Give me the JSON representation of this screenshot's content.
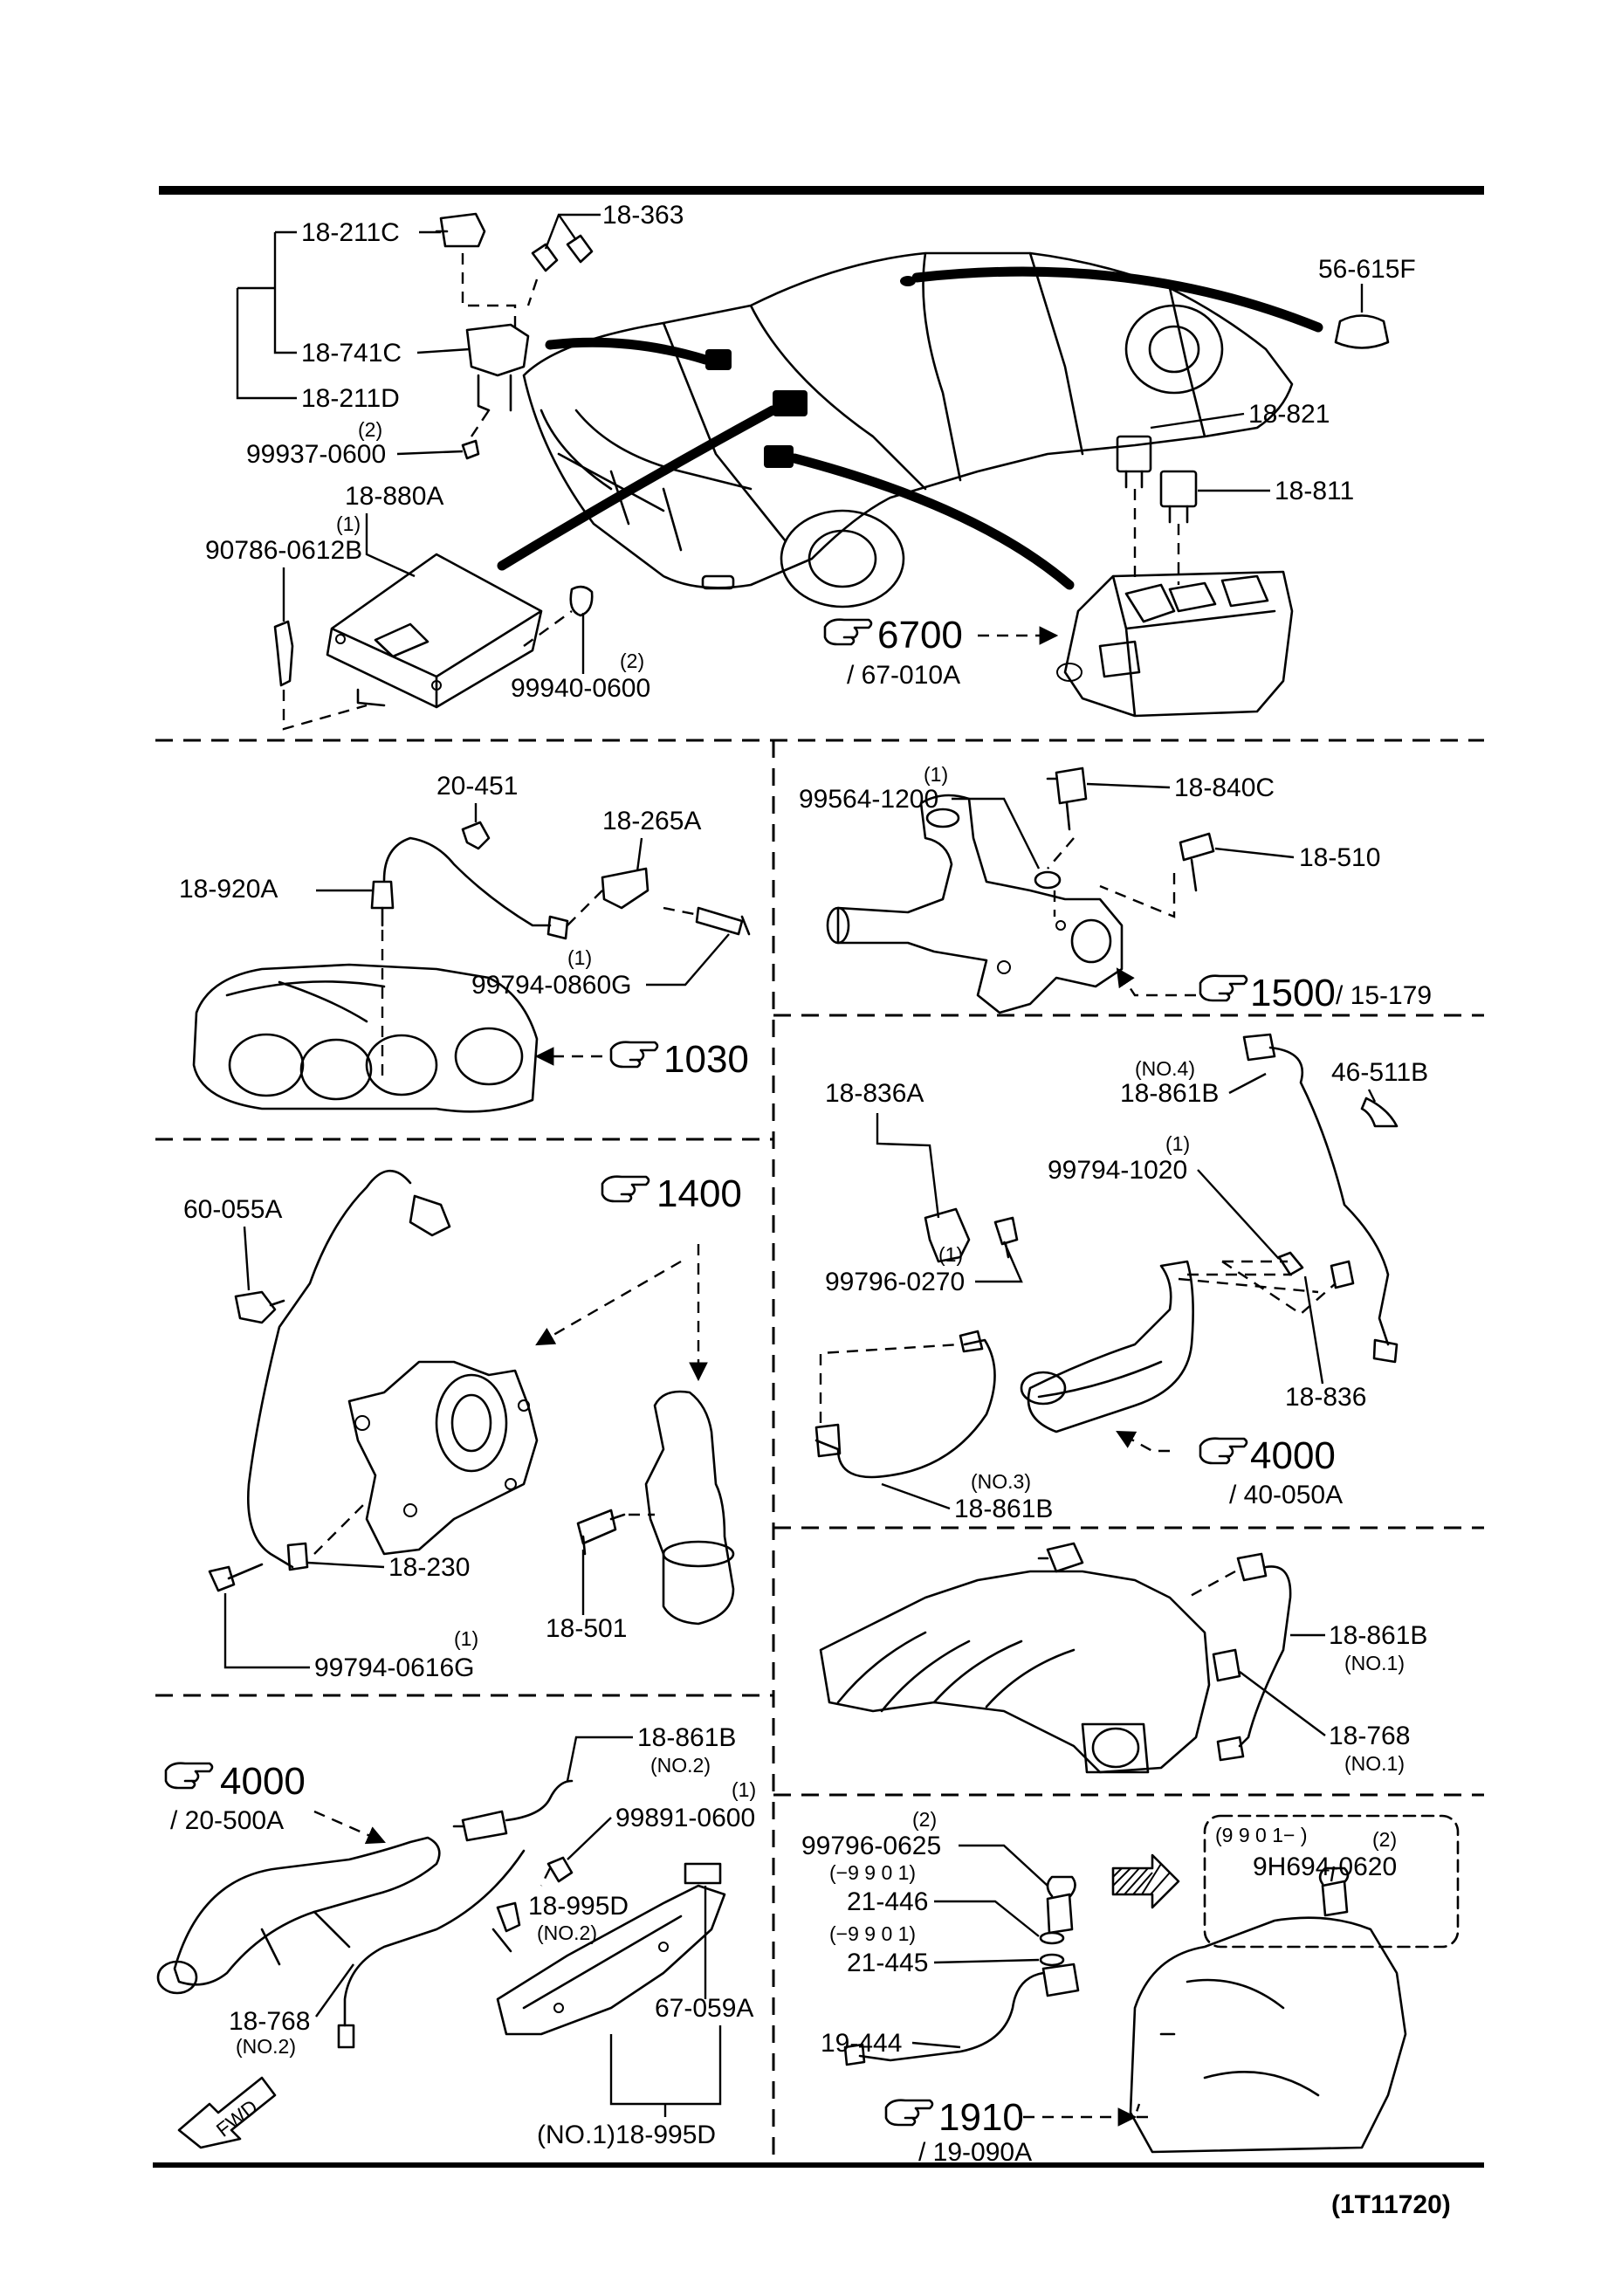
{
  "diagram": {
    "figure_code": "(1T11720)",
    "fwd_label": "FWD",
    "sections": {
      "top": {
        "labels": {
          "p18_211C": "18-211C",
          "p18_363": "18-363",
          "p18_741C": "18-741C",
          "p18_211D": "18-211D",
          "p99937_qty": "(2)",
          "p99937": "99937-0600",
          "p18_880A": "18-880A",
          "p90786_qty": "(1)",
          "p90786": "90786-0612B",
          "p99940_qty": "(2)",
          "p99940": "99940-0600",
          "p56_615F": "56-615F",
          "p18_821": "18-821",
          "p18_811": "18-811",
          "ref6700": "6700",
          "ref67_010A": "/ 67-010A"
        }
      },
      "engine_o2": {
        "labels": {
          "p20_451": "20-451",
          "p18_265A": "18-265A",
          "p18_920A": "18-920A",
          "p99794_0860_qty": "(1)",
          "p99794_0860": "99794-0860G",
          "ref1030": "1030"
        }
      },
      "water_outlet": {
        "labels": {
          "p99564_qty": "(1)",
          "p99564": "99564-1200",
          "p18_840C": "18-840C",
          "p18_510": "18-510",
          "ref1500": "1500",
          "ref15_179": "/ 15-179"
        }
      },
      "cam_sensor": {
        "labels": {
          "p60_055A": "60-055A",
          "ref1400": "1400",
          "p18_230": "18-230",
          "p18_501": "18-501",
          "p99794_0616_qty": "(1)",
          "p99794_0616": "99794-0616G"
        }
      },
      "exhaust_o2": {
        "labels": {
          "no4": "(NO.4)",
          "p18_861B_no4": "18-861B",
          "p46_511B": "46-511B",
          "p18_836A": "18-836A",
          "p99794_1020_qty": "(1)",
          "p99794_1020": "99794-1020",
          "p99796_0270_qty": "(1)",
          "p99796_0270": "99796-0270",
          "p18_836": "18-836",
          "no3": "(NO.3)",
          "p18_861B_no3": "18-861B",
          "ref4000": "4000",
          "ref40_050A": "/ 40-050A"
        }
      },
      "intake": {
        "labels": {
          "p18_861B_no1": "18-861B",
          "no1_a": "(NO.1)",
          "p18_768_no1": "18-768",
          "no1_b": "(NO.1)"
        }
      },
      "front_pipe": {
        "labels": {
          "ref4000": "4000",
          "ref20_500A": "/ 20-500A",
          "p18_861B_no2": "18-861B",
          "no2_a": "(NO.2)",
          "p99891_qty": "(1)",
          "p99891": "99891-0600",
          "p18_995D_no2": "18-995D",
          "no2_b": "(NO.2)",
          "p67_059A": "67-059A",
          "p18_768_no2": "18-768",
          "no2_c": "(NO.2)",
          "p18_995D_no1": "(NO.1)18-995D"
        }
      },
      "transmission": {
        "labels": {
          "p99796_0625_qty": "(2)",
          "p99796_0625": "99796-0625",
          "range1": "(−9 9 0 1)",
          "p21_446": "21-446",
          "range2": "(−9 9 0 1)",
          "p21_445": "21-445",
          "range3": "(9 9 0 1− )",
          "p9H694_qty": "(2)",
          "p9H694": "9H694-0620",
          "p19_444": "19-444",
          "ref1910": "1910",
          "ref19_090A": "/ 19-090A"
        }
      }
    }
  }
}
